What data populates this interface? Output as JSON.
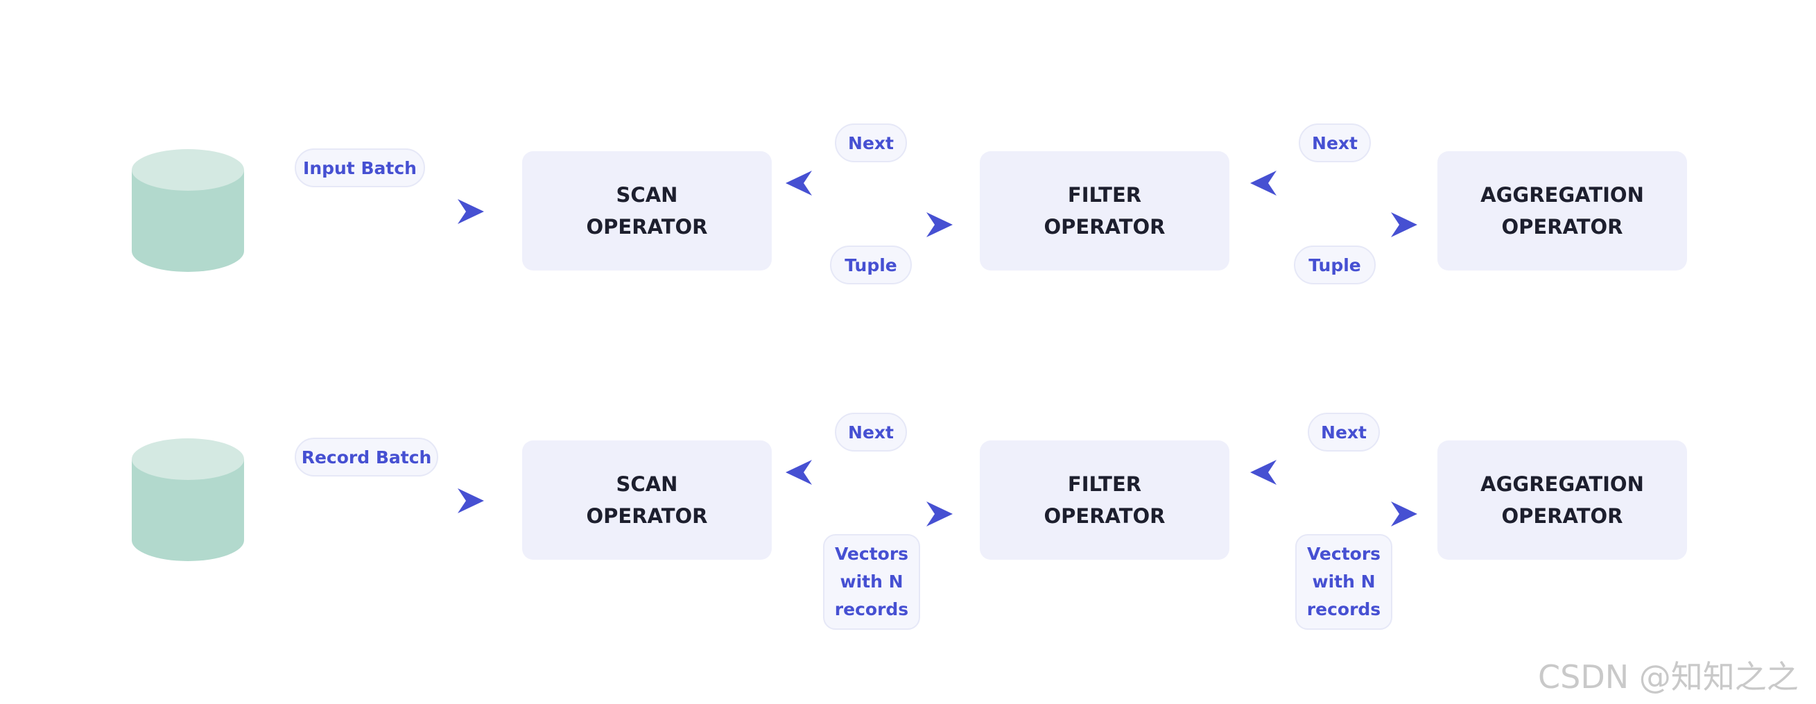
{
  "colors": {
    "arrow": "#4650d2",
    "db_body": "#b2d9cd",
    "db_top": "#d4e9e2",
    "operator_bg": "#eff0fb",
    "pill_bg": "#f5f6fd",
    "label_text": "#4650d2"
  },
  "rows": [
    {
      "source_label": "Input Batch",
      "operators": [
        {
          "line1": "SCAN",
          "line2": "OPERATOR"
        },
        {
          "line1": "FILTER",
          "line2": "OPERATOR"
        },
        {
          "line1": "AGGREGATION",
          "line2": "OPERATOR"
        }
      ],
      "links": [
        {
          "request_label": "Next",
          "response_label": "Tuple"
        },
        {
          "request_label": "Next",
          "response_label": "Tuple"
        }
      ]
    },
    {
      "source_label": "Record Batch",
      "operators": [
        {
          "line1": "SCAN",
          "line2": "OPERATOR"
        },
        {
          "line1": "FILTER",
          "line2": "OPERATOR"
        },
        {
          "line1": "AGGREGATION",
          "line2": "OPERATOR"
        }
      ],
      "links": [
        {
          "request_label": "Next",
          "response_lines": [
            "Vectors",
            "with N",
            "records"
          ]
        },
        {
          "request_label": "Next",
          "response_lines": [
            "Vectors",
            "with N",
            "records"
          ]
        }
      ]
    }
  ],
  "watermark": "CSDN @知知之之"
}
